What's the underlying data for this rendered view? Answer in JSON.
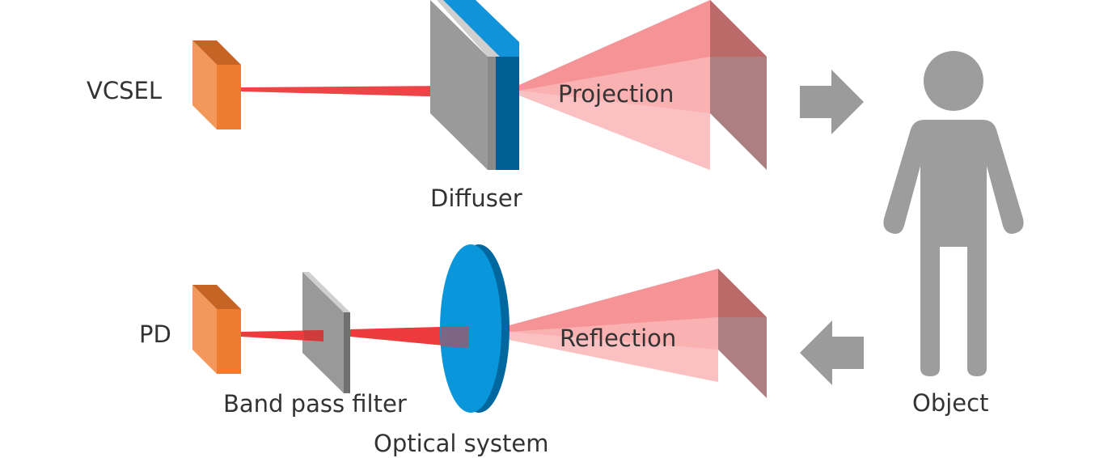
{
  "labels": {
    "vcsel": "VCSEL",
    "diffuser": "Diffuser",
    "projection": "Projection",
    "pd": "PD",
    "band_pass_filter": "Band pass filter",
    "optical_system": "Optical system",
    "reflection": "Reflection",
    "object": "Object"
  },
  "colors": {
    "vcsel_front": "#ee7b30",
    "vcsel_side": "#f3985a",
    "vcsel_top": "#c56424",
    "beam": "#ee3a3d",
    "beam_cone": "#f8a3a4",
    "diffuser_gray": "#999999",
    "diffuser_blue": "#1093d8",
    "diffuser_dark_blue": "#005f92",
    "lens_blue": "#0a96da",
    "lens_edge": "#00689f",
    "arrow_gray": "#9b9b9b",
    "person_gray": "#9d9d9d",
    "text": "#333333"
  },
  "icons": {
    "forward_arrow": "arrow-right-icon",
    "return_arrow": "arrow-left-icon",
    "object_figure": "person-icon"
  }
}
